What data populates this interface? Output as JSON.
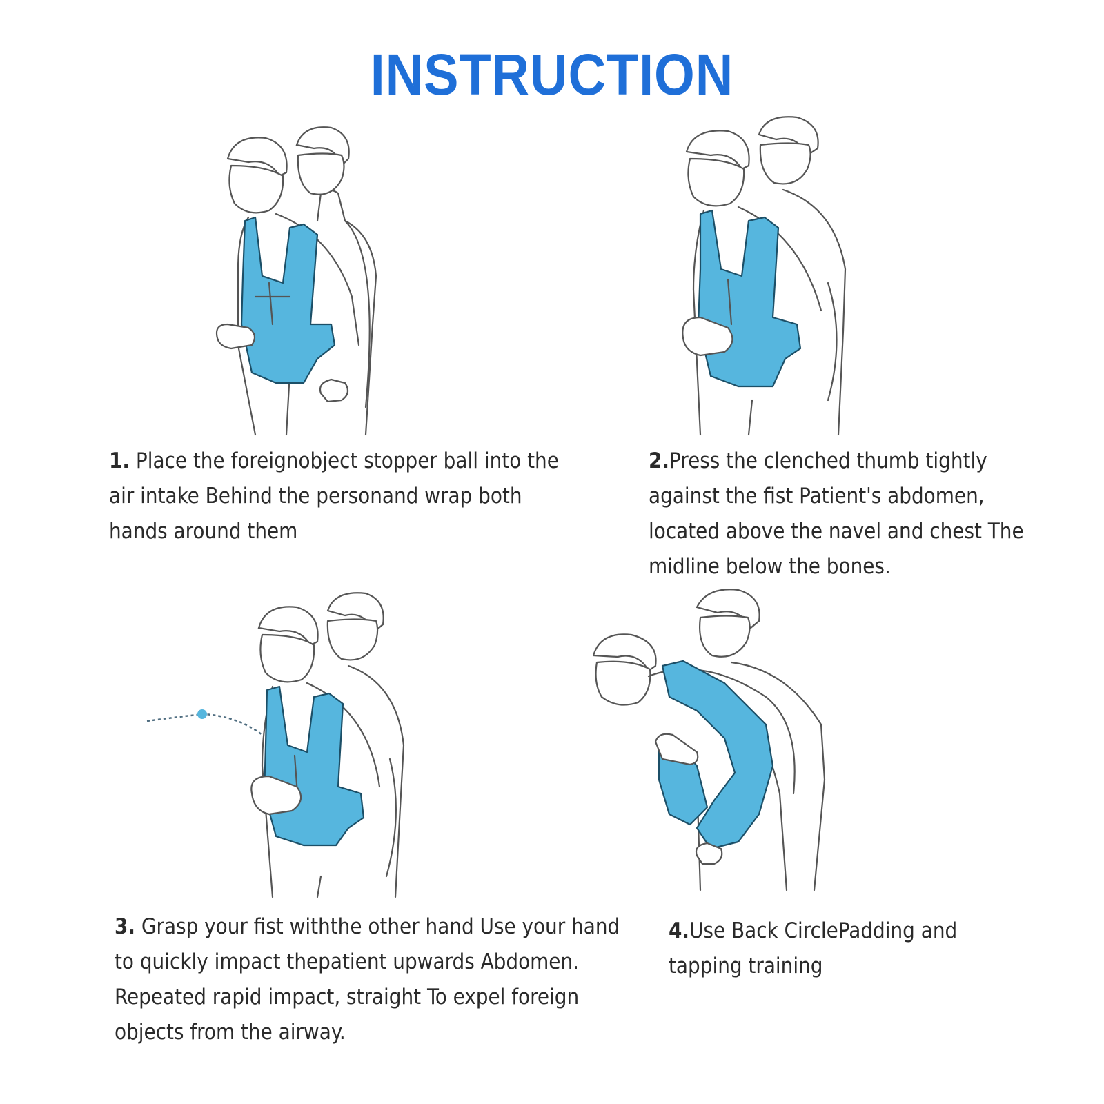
{
  "title": "INSTRUCTION",
  "colors": {
    "title": "#1f6fd8",
    "vest": "#56b6de",
    "ball": "#56b6de",
    "text": "#2a2a2a"
  },
  "steps": [
    {
      "number": "1.",
      "text": " Place the foreignobject stopper ball into the air intake Behind the personand wrap both hands around them",
      "illustration": "two-people-standing-vest-illustration"
    },
    {
      "number": "2.",
      "text": "Press the clenched thumb tightly against the fist Patient's abdomen, located above the navel and chest The midline below the bones.",
      "illustration": "two-people-abdominal-press-illustration"
    },
    {
      "number": "3.",
      "text": " Grasp your fist withthe other hand Use your hand to quickly impact thepatient upwards Abdomen. Repeated rapid impact, straight To expel foreign objects from the airway.",
      "illustration": "two-people-abdominal-thrust-ball-illustration"
    },
    {
      "number": "4.",
      "text": "Use Back CirclePadding and tapping training",
      "illustration": "two-people-back-tapping-illustration"
    }
  ]
}
